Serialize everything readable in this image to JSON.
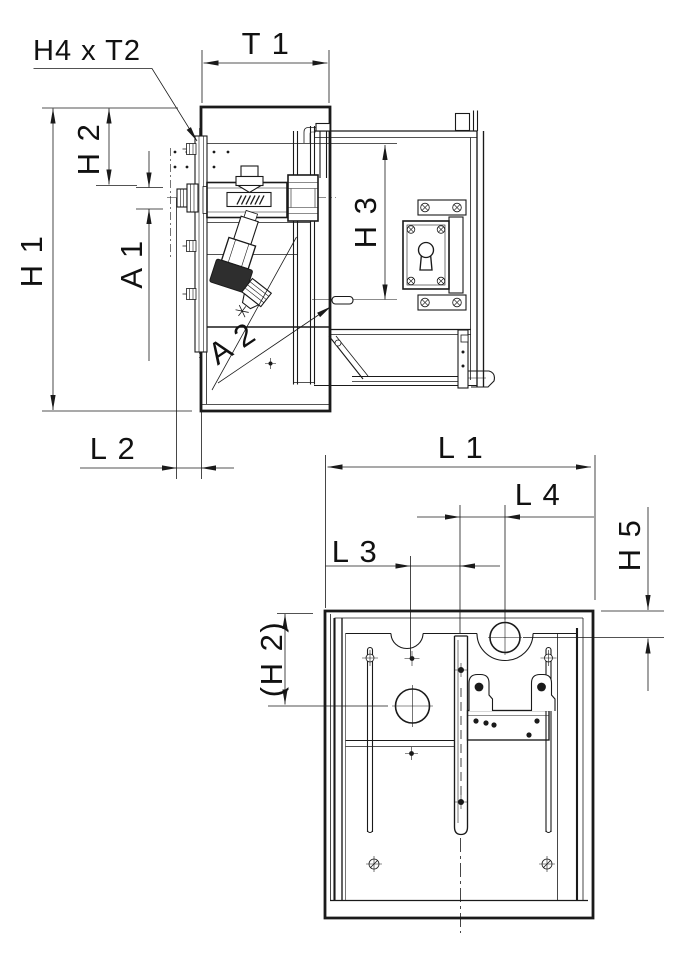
{
  "colors": {
    "ink": "#1a1a1a",
    "paper": "#ffffff"
  },
  "labels": {
    "callout": "H4 x T2",
    "t1": "T 1",
    "h1": "H 1",
    "h2": "H 2",
    "a1": "A 1",
    "a2": "A 2",
    "h3": "H 3",
    "l2": "L 2",
    "l1": "L 1",
    "l3": "L 3",
    "l4": "L 4",
    "h5": "H 5",
    "h2_ref": "(H 2)"
  }
}
